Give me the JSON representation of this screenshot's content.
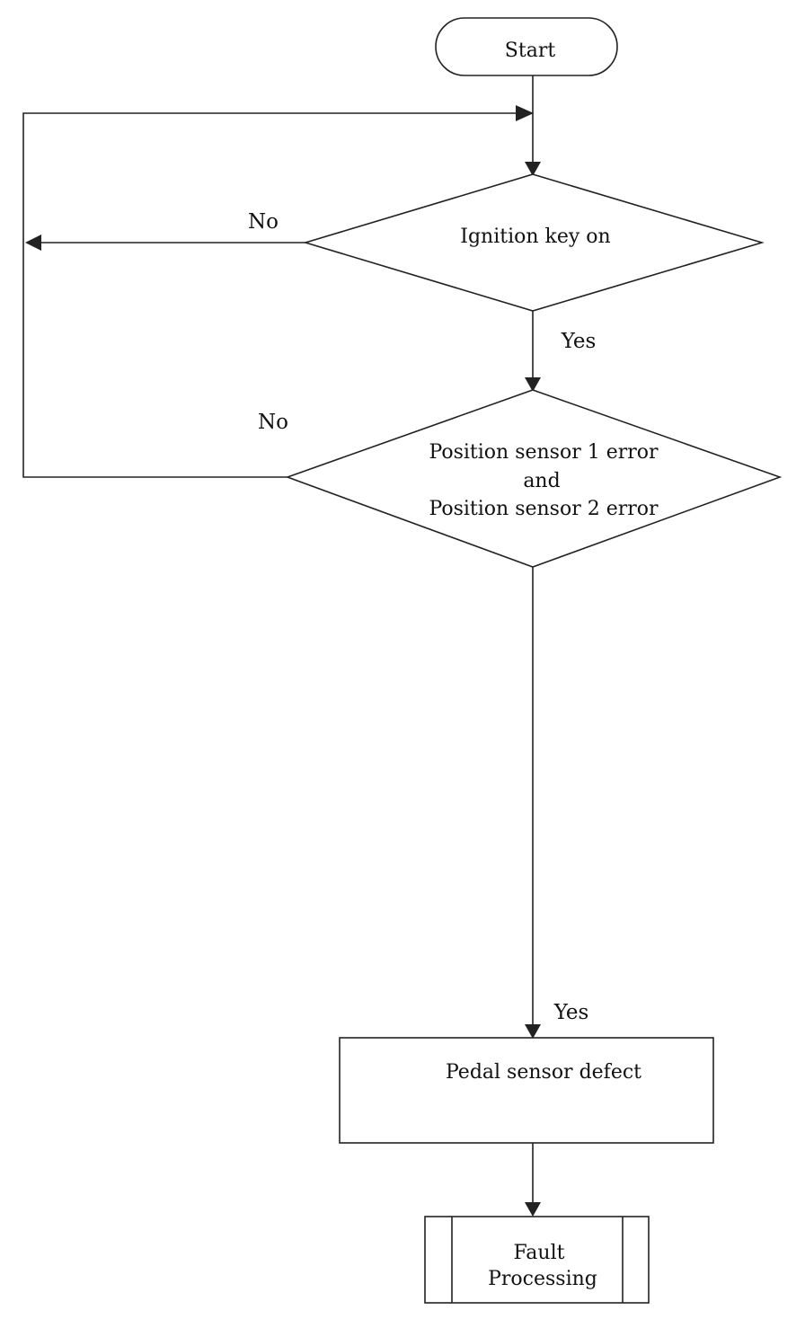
{
  "nodes": {
    "start": "Start",
    "ignition": "Ignition key on",
    "sensor_check": [
      "Position sensor 1 error",
      "and",
      "Position sensor 2 error"
    ],
    "defect": "Pedal sensor  defect",
    "fault": [
      "Fault",
      "Processing"
    ]
  },
  "edges": {
    "ignition_no": "No",
    "ignition_yes": "Yes",
    "sensor_no": "No",
    "sensor_yes": "Yes"
  }
}
